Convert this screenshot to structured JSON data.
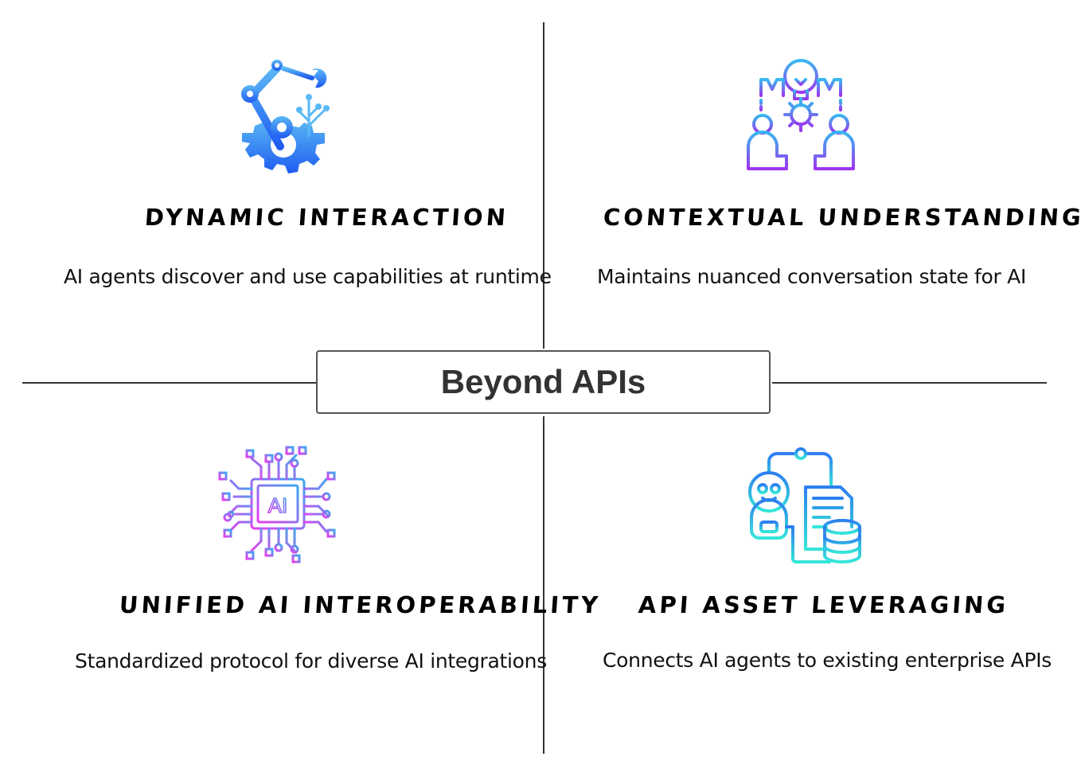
{
  "center": {
    "title": "Beyond APIs"
  },
  "quadrants": [
    {
      "title": "DYNAMIC INTERACTION",
      "description": "AI agents discover and use capabilities at runtime",
      "icon": "robot-arm-gear-icon",
      "colors": [
        "#5ab8f5",
        "#1f5cf0"
      ]
    },
    {
      "title": "CONTEXTUAL UNDERSTANDING",
      "description": "Maintains nuanced conversation state for AI",
      "icon": "collaboration-lightbulb-icon",
      "colors": [
        "#37b8f0",
        "#9b36f0"
      ]
    },
    {
      "title": "UNIFIED AI INTEROPERABILITY",
      "description": "Standardized protocol for diverse AI integrations",
      "icon": "ai-chip-icon",
      "icon_label": "AI",
      "colors": [
        "#3aa9f0",
        "#e83cf0"
      ]
    },
    {
      "title": "API ASSET LEVERAGING",
      "description": "Connects AI agents to existing enterprise APIs",
      "icon": "robot-database-icon",
      "colors": [
        "#2d7ef0",
        "#36e6d9"
      ]
    }
  ]
}
